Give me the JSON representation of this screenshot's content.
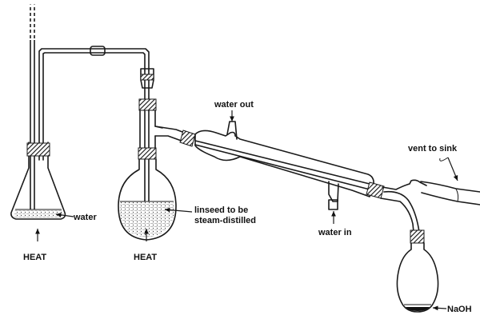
{
  "labels": {
    "water_flask": "water",
    "heat_left": "HEAT",
    "heat_middle": "HEAT",
    "linseed_line1": "linseed to be",
    "linseed_line2": "steam-distilled",
    "water_out": "water out",
    "water_in": "water in",
    "vent": "vent to sink",
    "naoh": "NaOH"
  }
}
